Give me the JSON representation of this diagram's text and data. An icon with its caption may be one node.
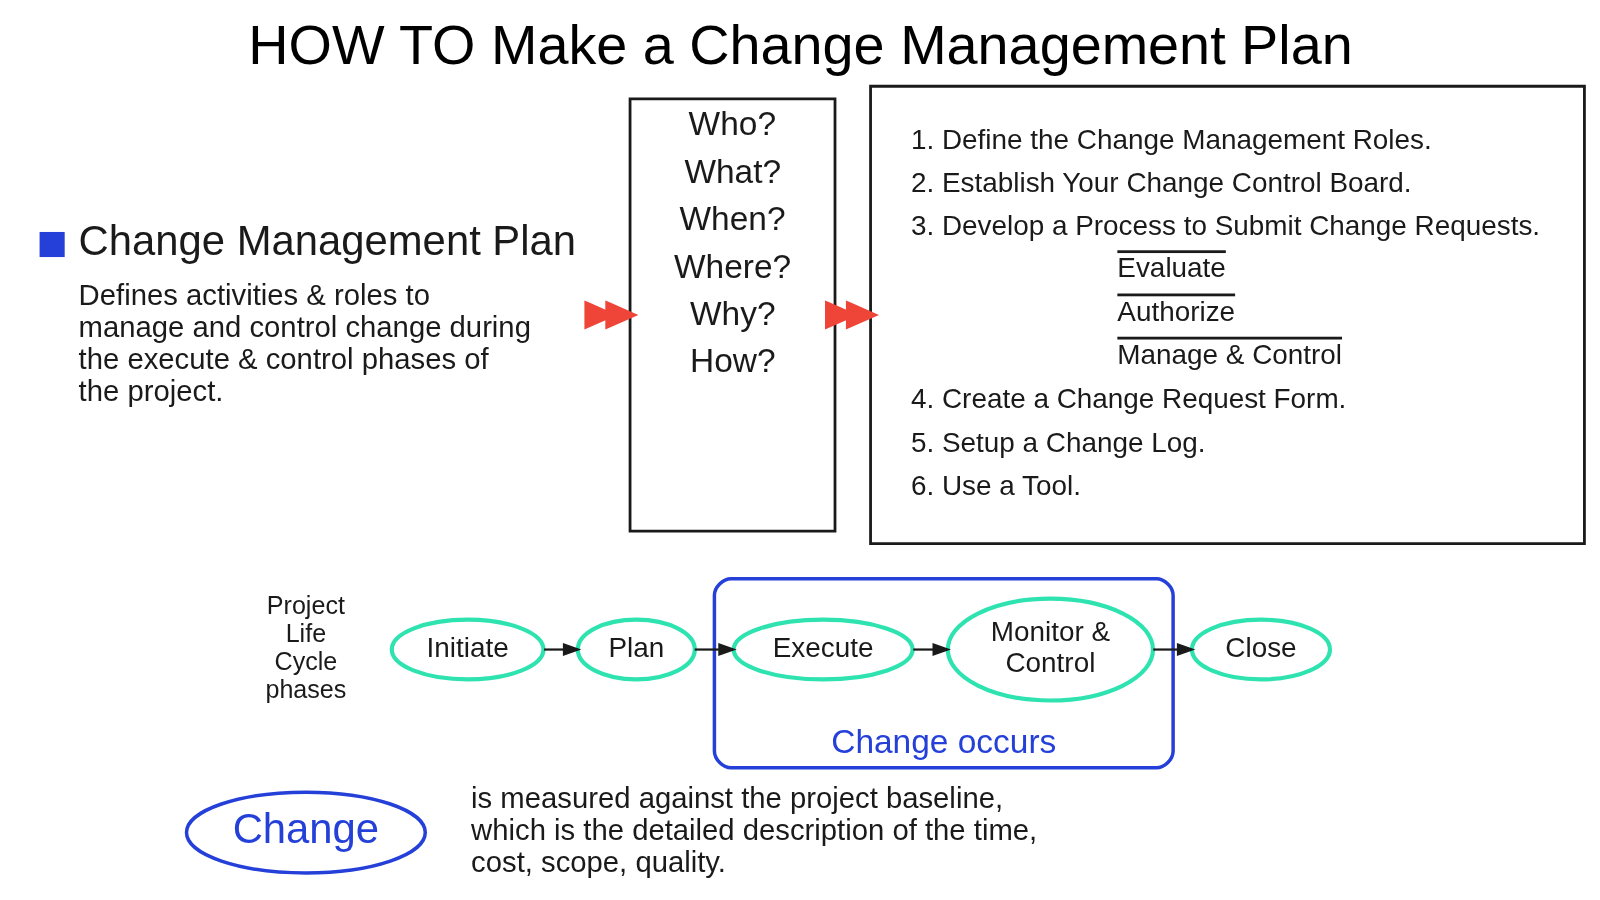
{
  "diagram": {
    "title": "HOW TO Make a Change Management Plan",
    "nodes": [
      {
        "text": [
          "Change Management Plan",
          "Defines activities & roles to manage and control change during the execute & control phases of the project."
        ]
      },
      {
        "text": [
          "Who?",
          "What?",
          "When?",
          "Where?",
          "Why?",
          "How?"
        ]
      },
      {
        "text": [
          "1. Define the Change Management Roles.",
          "2. Establish Your Change Control Board.",
          "3. Develop a Process to Submit Change Requests.",
          "Evaluate",
          "Authorize",
          "Manage & Control",
          "4. Create a Change Request Form.",
          "5. Setup a Change Log.",
          "6. Use a Tool."
        ]
      },
      {
        "text": [
          "Initiate"
        ]
      },
      {
        "text": [
          "Plan"
        ]
      },
      {
        "text": [
          "Change occurs"
        ]
      },
      {
        "text": [
          "Execute"
        ],
        "in": 5
      },
      {
        "text": [
          "Monitor & Control"
        ],
        "in": 5
      },
      {
        "text": [
          "Close"
        ]
      },
      {
        "text": [
          "Change"
        ],
        "beside": [
          "is measured against the project baseline, which is the detailed description of the time, cost, scope, quality."
        ]
      }
    ],
    "edges": [
      {
        "from": 0,
        "to": 1,
        "arrow": "to",
        "style": "thick",
        "color": "#ef4438"
      },
      {
        "from": 1,
        "to": 2,
        "arrow": "to",
        "style": "thick",
        "color": "#ef4438"
      },
      {
        "from": 3,
        "to": 4,
        "arrow": "to"
      },
      {
        "from": 4,
        "to": 6,
        "arrow": "to"
      },
      {
        "from": 6,
        "to": 7,
        "arrow": "to"
      },
      {
        "from": 7,
        "to": 8,
        "arrow": "to"
      }
    ],
    "labels": [
      "Project Life Cycle phases"
    ]
  }
}
